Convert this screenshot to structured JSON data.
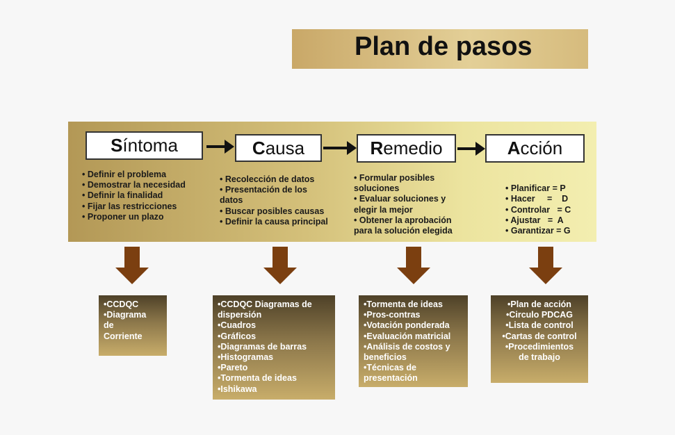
{
  "title": "Plan de pasos",
  "steps": [
    {
      "initial": "S",
      "rest": "íntoma",
      "items": [
        "• Definir el problema",
        "• Demostrar la necesidad",
        "• Definir la finalidad",
        "• Fijar las restricciones",
        "• Proponer un plazo"
      ],
      "tools": [
        "•CCDQC",
        "•Diagrama",
        "de",
        "Corriente"
      ]
    },
    {
      "initial": "C",
      "rest": "ausa",
      "items": [
        "• Recolección de datos",
        "• Presentación de los",
        "datos",
        "• Buscar posibles causas",
        "• Definir la causa principal"
      ],
      "tools": [
        "•CCDQC Diagramas de",
        "dispersión",
        "•Cuadros",
        "•Gráficos",
        "•Diagramas de barras",
        "•Histogramas",
        "•Pareto",
        "•Tormenta de ideas",
        "•Ishikawa"
      ]
    },
    {
      "initial": "R",
      "rest": "emedio",
      "items": [
        "• Formular posibles",
        "soluciones",
        "• Evaluar soluciones  y",
        "elegir la mejor",
        "• Obtener la aprobación",
        "para la solución elegida"
      ],
      "tools": [
        "•Tormenta de ideas",
        "•Pros-contras",
        "•Votación ponderada",
        "•Evaluación matricial",
        "•Análisis de costos y",
        "beneficios",
        "•Técnicas de",
        "presentación"
      ]
    },
    {
      "initial": "A",
      "rest": "cción",
      "items": [
        "• Planificar = P",
        "• Hacer     =    D",
        "• Controlar   = C",
        "• Ajustar   =  A",
        "• Garantizar = G"
      ],
      "tools": [
        "•Plan de acción",
        "•Circulo PDCAG",
        "•Lista de control",
        "•Cartas de control",
        "•Procedimientos",
        "de trabajo"
      ]
    }
  ],
  "colors": {
    "arrow_down": "#7b3f10",
    "panel_left": "#b39856",
    "panel_right": "#f3eeb0"
  }
}
